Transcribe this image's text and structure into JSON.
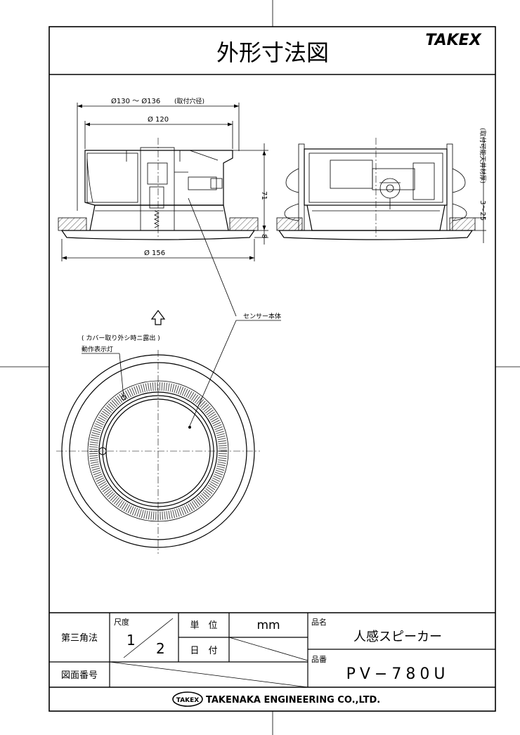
{
  "title": "外形寸法図",
  "brand": "TAKEX",
  "dimensions": {
    "mount_hole": "Ø130 〜 Ø136",
    "mount_hole_note": "(取付穴径)",
    "body_dia": "Ø 120",
    "flange_dia": "Ø 156",
    "height": "71",
    "flange_thk": "8",
    "ceiling_range": "3〜25",
    "ceiling_note": "(取付可能天井材厚)"
  },
  "labels": {
    "sensor": "センサー本体",
    "cover_note": "( カバー取り外シ時ニ露出 )",
    "indicator": "動作表示灯"
  },
  "title_block": {
    "projection": "第三角法",
    "scale_label": "尺度",
    "scale_num": "1",
    "scale_den": "2",
    "unit_label": "単　位",
    "unit_value": "mm",
    "date_label": "日　付",
    "name_label": "品名",
    "name_value": "人感スピーカー",
    "part_label": "品番",
    "part_value": "PV−780U",
    "drawing_no_label": "図面番号",
    "company_badge": "TAKEX",
    "company": "TAKENAKA ENGINEERING CO.,LTD."
  }
}
